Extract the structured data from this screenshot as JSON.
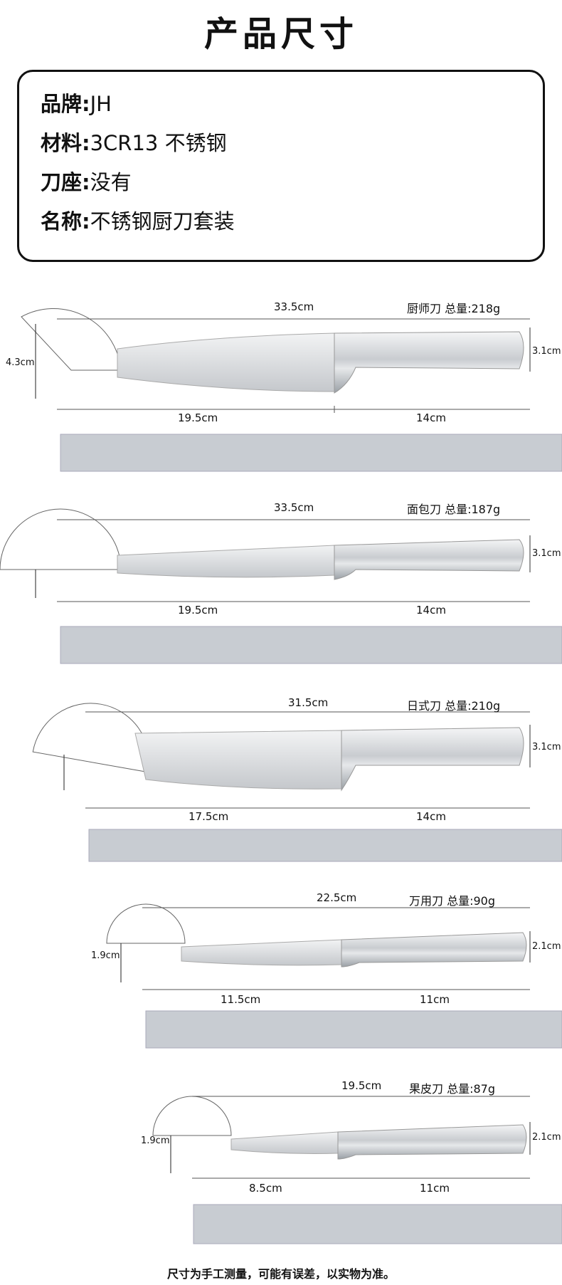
{
  "title": "产品尺寸",
  "specs": [
    {
      "key": "品牌:",
      "value": "JH"
    },
    {
      "key": "材料:",
      "value": "3CR13 不锈钢"
    },
    {
      "key": "刀座:",
      "value": "没有"
    },
    {
      "key": "名称:",
      "value": "不锈钢厨刀套装"
    }
  ],
  "knives": [
    {
      "name_weight": "厨师刀 总量:218g",
      "total": "33.5cm",
      "blade": "19.5cm",
      "handle": "14cm",
      "height": "4.3cm",
      "handle_h": "3.1cm"
    },
    {
      "name_weight": "面包刀 总量:187g",
      "total": "33.5cm",
      "blade": "19.5cm",
      "handle": "14cm",
      "handle_h": "3.1cm"
    },
    {
      "name_weight": "日式刀 总量:210g",
      "total": "31.5cm",
      "blade": "17.5cm",
      "handle": "14cm",
      "handle_h": "3.1cm"
    },
    {
      "name_weight": "万用刀 总量:90g",
      "total": "22.5cm",
      "blade": "11.5cm",
      "handle": "11cm",
      "height": "1.9cm",
      "handle_h": "2.1cm"
    },
    {
      "name_weight": "果皮刀 总量:87g",
      "total": "19.5cm",
      "blade": "8.5cm",
      "handle": "11cm",
      "height": "1.9cm",
      "handle_h": "2.1cm"
    }
  ],
  "footnote": "尺寸为手工测量，可能有误差，以实物为准。",
  "colors": {
    "steel_light": "#e8eaec",
    "steel_dark": "#9aa0a6",
    "ruler": "#c8ccd2",
    "red_mark": "#c0392b"
  }
}
